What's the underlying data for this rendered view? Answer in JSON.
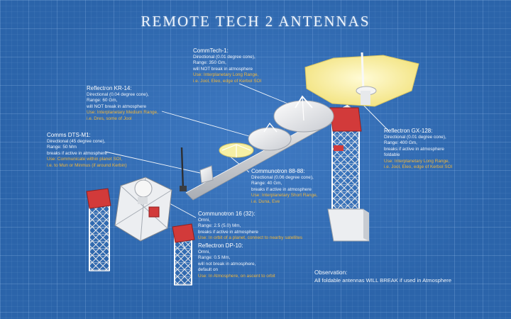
{
  "title": "REMOTE TECH 2 ANTENNAS",
  "colors": {
    "background": "#2b64aa",
    "use_text": "#f0b63c",
    "tower_red": "#d23a3a",
    "dish_yellow": "#f7f0a0"
  },
  "antennas": [
    {
      "name": "CommTech-1:",
      "lines": [
        "Directional (0.01 degree cone),",
        "Range: 350 Gm,",
        "will NOT break in atmosphere"
      ],
      "use": [
        "Use: Interplanetary Long Range,",
        "i.e. Jool, Eleo, edge of Kerbol SOI"
      ]
    },
    {
      "name": "Reflectron KR-14:",
      "lines": [
        "Directional (0.04 degree cone),",
        "Range: 60 Gm,",
        "will NOT break in atmosphere"
      ],
      "use": [
        "Use: Interplanetary Medium Range,",
        "i.e. Dres, some of Jool"
      ]
    },
    {
      "name": "Comms DTS-M1:",
      "lines": [
        "Directional (45 degree cone),",
        "Range: 50 Mm",
        "breaks if active in atmosphere"
      ],
      "use": [
        "Use: Communicate within planet SOI,",
        "i.e. to Mun or Minmus (if around Kerbin)"
      ]
    },
    {
      "name": "Reflectron GX-128:",
      "lines": [
        "Directional (0.01 degree cone),",
        "Range: 400 Gm,",
        "breaks if active in atmosphere",
        "foldable"
      ],
      "use": [
        "Use: Interplanetary Long Range,",
        "i.e. Jool, Eleo, edge of Kerbol SOI"
      ]
    },
    {
      "name": "Communotron 88-88:",
      "lines": [
        "Directional (0.06 degree cone),",
        "Range: 40 Gm,",
        "breaks if active in atmosphere"
      ],
      "use": [
        "Use: Interplanetary Short Range,",
        "i.e. Duna, Eve"
      ]
    },
    {
      "name": "Communotron 16 (32):",
      "lines": [
        "Omni,",
        "Range: 2.5 (5.0) Mm,",
        "breaks if active in atmosphere"
      ],
      "use": [
        "Use: In orbit of a planet, connect to nearby satellites"
      ]
    },
    {
      "name": "Reflectron DP-10:",
      "lines": [
        "Omni,",
        "Range: 0.5 Mm,",
        "will not break in atmosphere,",
        "default on"
      ],
      "use": [
        "Use: In Atmosphere, on ascent to orbit"
      ]
    }
  ],
  "observation": {
    "name": "Observation:",
    "text": "All foldable antennas WILL BREAK if used in Atmosphere"
  }
}
